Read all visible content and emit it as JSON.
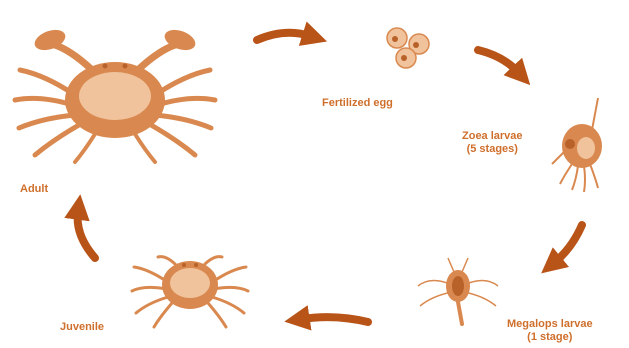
{
  "colors": {
    "arrow": "#b95419",
    "illustration": "#d9894f",
    "illustration_dark": "#b8622a",
    "illustration_light": "#f0c39c",
    "label": "#cf6f2c"
  },
  "stages": {
    "adult": {
      "label": "Adult"
    },
    "egg": {
      "label": "Fertilized egg"
    },
    "zoea": {
      "label_line1": "Zoea larvae",
      "label_line2": "(5 stages)"
    },
    "megalops": {
      "label_line1": "Megalops larvae",
      "label_line2": "(1 stage)"
    },
    "juvenile": {
      "label": "Juvenile"
    }
  },
  "cycle_arrows": [
    "adult-to-egg",
    "egg-to-zoea",
    "zoea-to-megalops",
    "megalops-to-juvenile",
    "juvenile-to-adult"
  ]
}
